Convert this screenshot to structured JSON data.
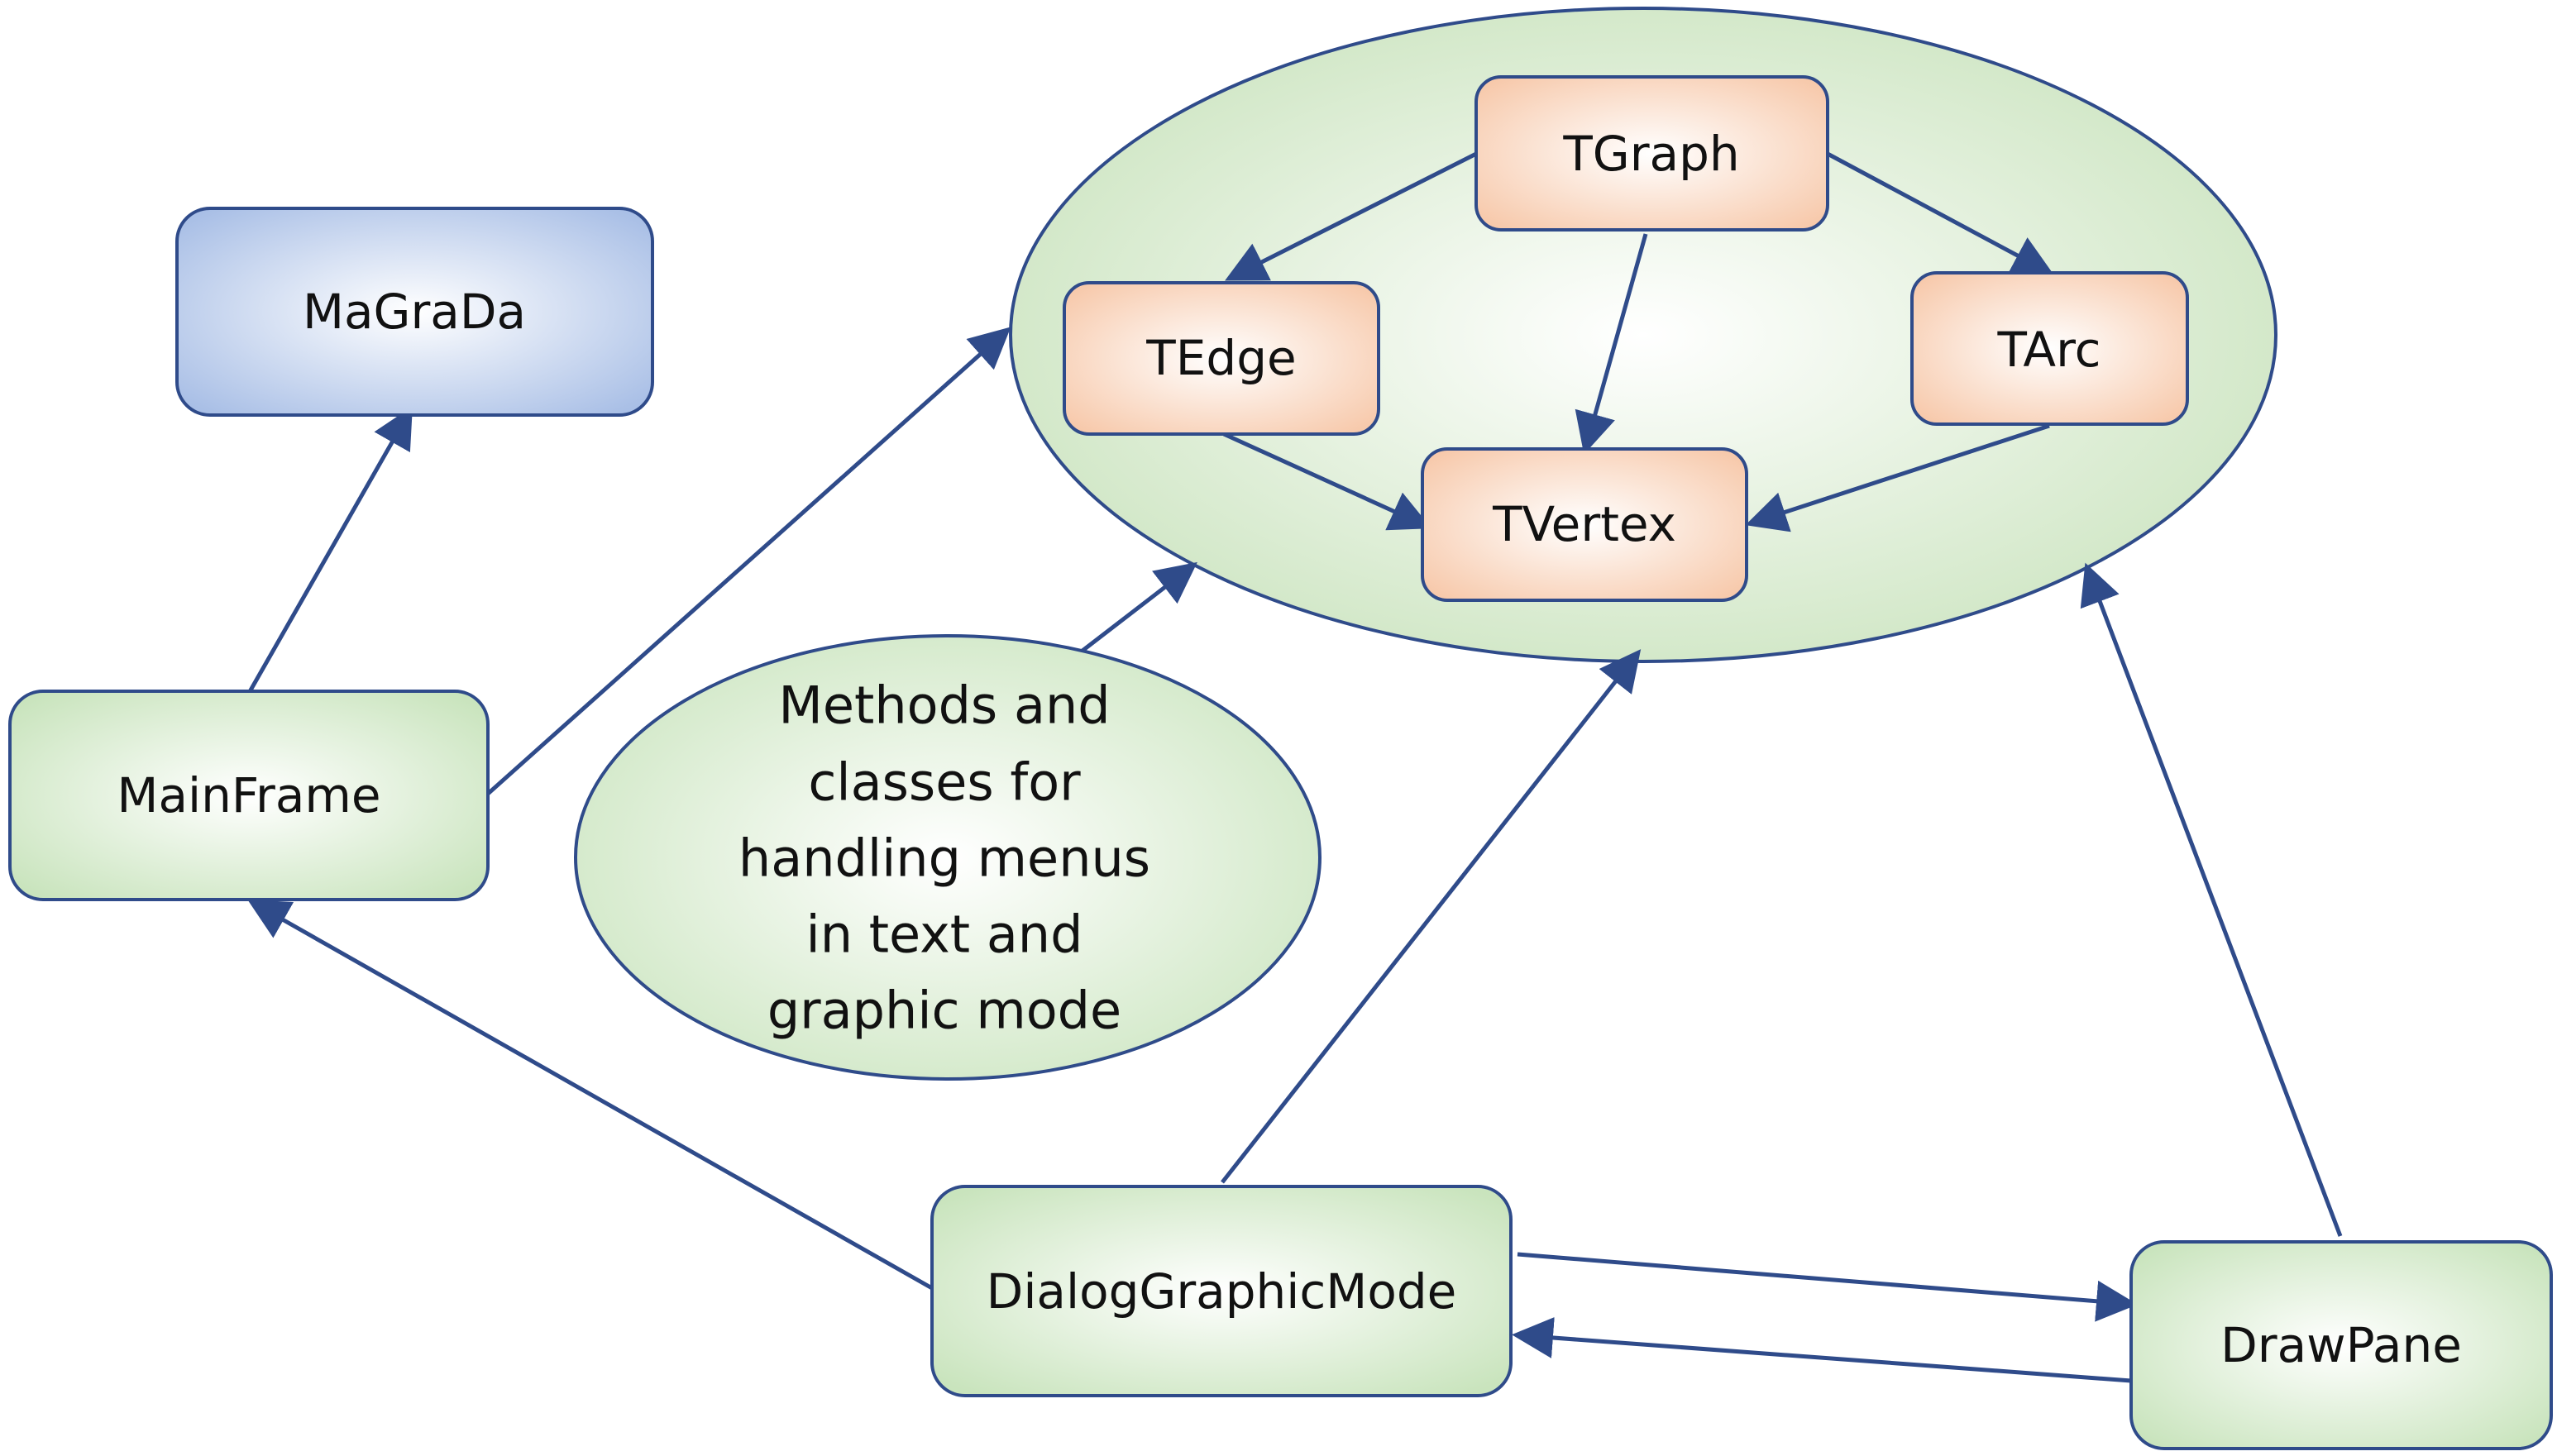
{
  "nodes": {
    "magrada": "MaGraDa",
    "mainframe": "MainFrame",
    "tgraph": "TGraph",
    "tedge": "TEdge",
    "tarc": "TArc",
    "tvertex": "TVertex",
    "dialog": "DialogGraphicMode",
    "drawpane": "DrawPane"
  },
  "note": {
    "lines": [
      "Methods and",
      "classes for",
      "handling menus",
      "in text and",
      "graphic mode"
    ]
  },
  "colors": {
    "blue_fill": "#a9bfe6",
    "green_fill": "#c9e4bd",
    "orange_fill": "#f7c9ab",
    "stroke": "#2f4b8a"
  }
}
